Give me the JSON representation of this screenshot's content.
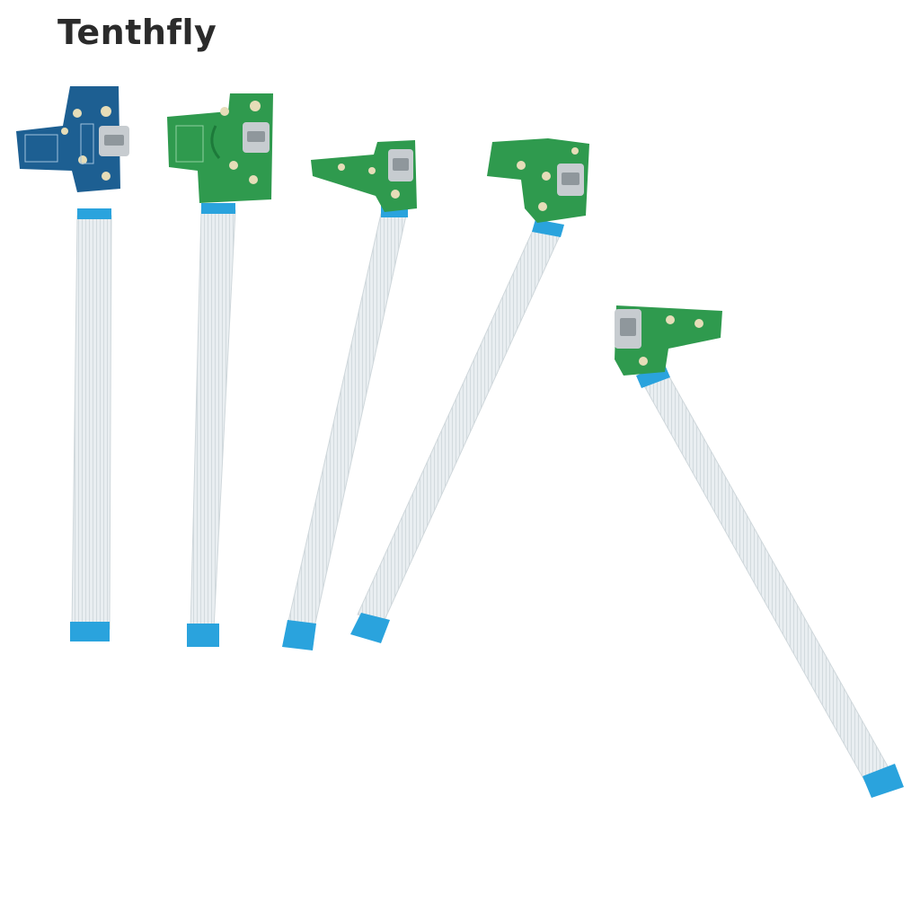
{
  "watermark": {
    "text": "Tenthfly"
  },
  "colors": {
    "background": "#ffffff",
    "pcb_blue": "#1d5f92",
    "pcb_green": "#2f9a4e",
    "cable": "#e8edf0",
    "cable_stripe": "#d3dbe0",
    "connector_tip": "#2aa3dd",
    "usb_port": "#c7ccd0",
    "pad": "#e6ddb8"
  },
  "scene": {
    "description_items": [
      {
        "name": "charging-board-blue",
        "board_color": "pcb_blue"
      },
      {
        "name": "charging-board-green-1",
        "board_color": "pcb_green"
      },
      {
        "name": "charging-board-green-2",
        "board_color": "pcb_green"
      },
      {
        "name": "charging-board-green-3",
        "board_color": "pcb_green"
      },
      {
        "name": "charging-board-green-4",
        "board_color": "pcb_green"
      }
    ]
  }
}
